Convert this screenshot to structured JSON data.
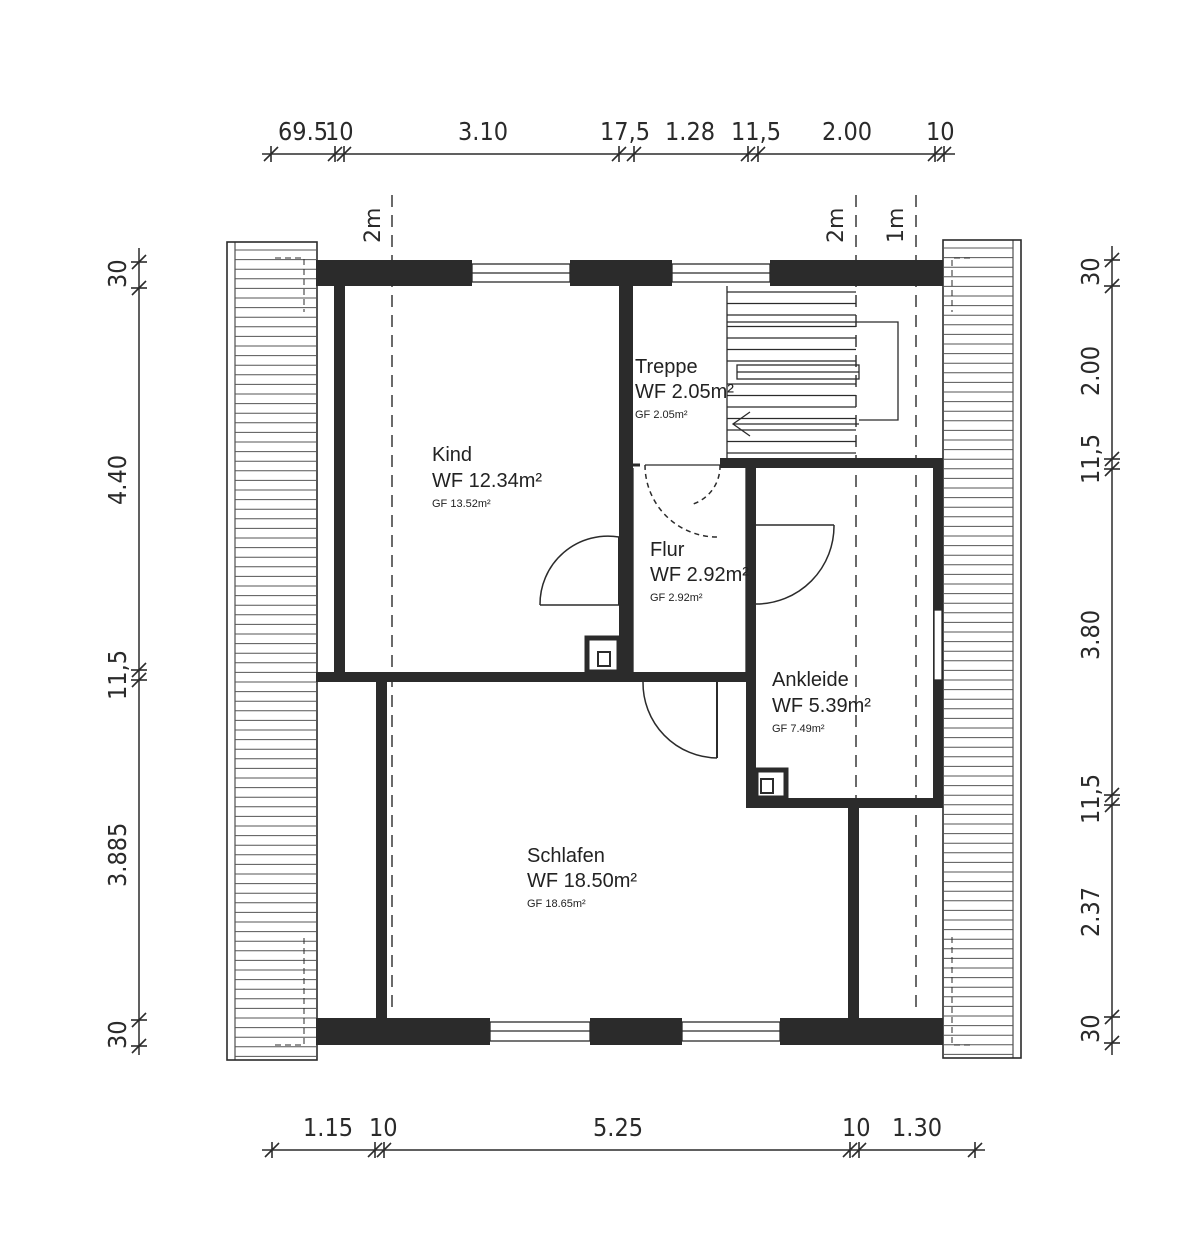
{
  "dimensions": {
    "top": [
      "69.5",
      "10",
      "3.10",
      "17,5",
      "1.28",
      "11,5",
      "2.00",
      "10"
    ],
    "bottom": [
      "1.15",
      "10",
      "5.25",
      "10",
      "1.30"
    ],
    "left": [
      "30",
      "4.40",
      "11,5",
      "3.885",
      "30"
    ],
    "right": [
      "30",
      "2.00",
      "11,5",
      "3.80",
      "11,5",
      "2.37",
      "30"
    ]
  },
  "height_markers": [
    "2m",
    "2m",
    "1m"
  ],
  "rooms": {
    "kind": {
      "name": "Kind",
      "wf": "WF 12.34m²",
      "gf": "GF 13.52m²"
    },
    "treppe": {
      "name": "Treppe",
      "wf": "WF 2.05m²",
      "gf": "GF 2.05m²"
    },
    "flur": {
      "name": "Flur",
      "wf": "WF 2.92m²",
      "gf": "GF 2.92m²"
    },
    "ankleide": {
      "name": "Ankleide",
      "wf": "WF 5.39m²",
      "gf": "GF 7.49m²"
    },
    "schlafen": {
      "name": "Schlafen",
      "wf": "WF 18.50m²",
      "gf": "GF 18.65m²"
    }
  }
}
